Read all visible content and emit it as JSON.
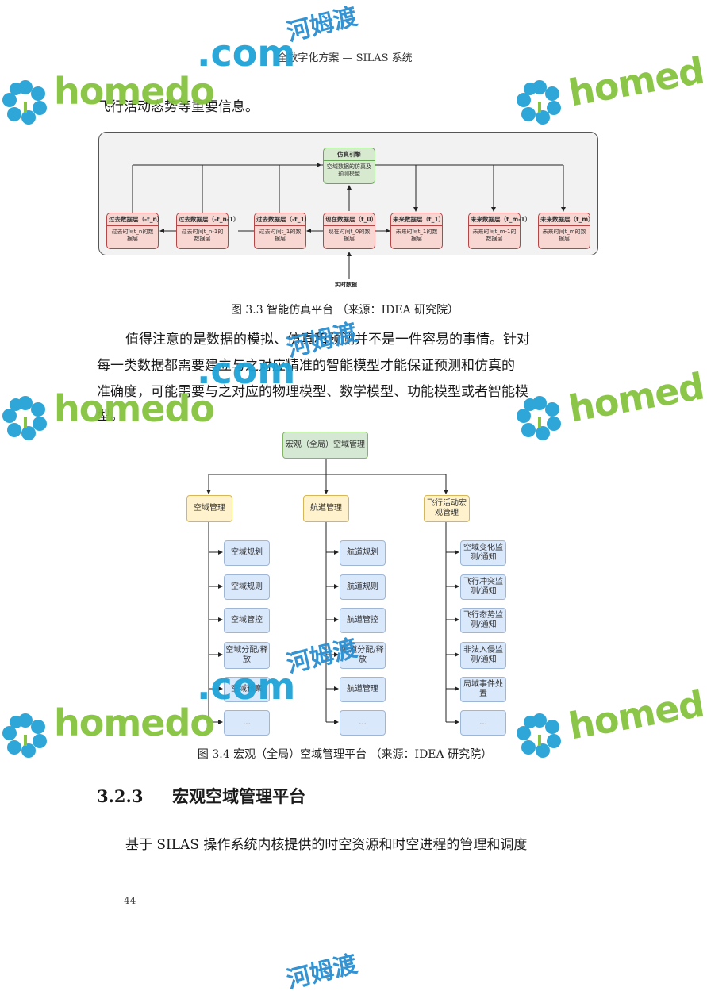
{
  "header": {
    "title": "全数字化方案 — SILAS 系统"
  },
  "intro_line": "飞行活动态势等重要信息。",
  "figure33": {
    "top_node": {
      "title": "仿真引擎",
      "body": "空域数据的仿真及预测模型"
    },
    "bottom_nodes": [
      {
        "title": "过去数据层（-t_n）",
        "body": "过去时间t_n的数据层"
      },
      {
        "title": "过去数据层（-t_n-1）",
        "body": "过去时间t_n-1的数据层"
      },
      {
        "title": "过去数据层（-t_1）",
        "body": "过去时间t_1的数据层"
      },
      {
        "title": "现在数据层（t_0）",
        "body": "现在时间t_0的数据层"
      },
      {
        "title": "未来数据层（t_1）",
        "body": "未来时间t_1的数据层"
      },
      {
        "title": "未来数据层（t_m-1）",
        "body": "未来时间t_m-1的数据层"
      },
      {
        "title": "未来数据层（t_m）",
        "body": "未来时间t_m的数据层"
      }
    ],
    "realtime_label": "实时数据",
    "caption": "图 3.3 智能仿真平台 （来源：IDEA 研究院）"
  },
  "paragraph1": [
    "值得注意的是数据的模拟、仿真和预测并不是一件容易的事情。针对",
    "每一类数据都需要建立与之对应精准的智能模型才能保证预测和仿真的",
    "准确度，可能需要与之对应的物理模型、数学模型、功能模型或者智能模",
    "型。"
  ],
  "figure34": {
    "root": "宏观（全局）空域管理",
    "columns": [
      {
        "label": "空域管理",
        "items": [
          "空域规划",
          "空域规则",
          "空域管控",
          "空域分配/释放",
          "空域预案",
          "..."
        ]
      },
      {
        "label": "航道管理",
        "items": [
          "航道规划",
          "航道规则",
          "航道管控",
          "航道分配/释放",
          "航道管理",
          "..."
        ]
      },
      {
        "label": "飞行活动宏观管理",
        "items": [
          "空域变化监测/通知",
          "飞行冲突监测/通知",
          "飞行态势监测/通知",
          "非法入侵监测/通知",
          "局域事件处置",
          "..."
        ]
      }
    ],
    "caption": "图 3.4 宏观（全局）空域管理平台 （来源：IDEA 研究院）"
  },
  "section": {
    "number": "3.2.3",
    "title": "宏观空域管理平台"
  },
  "paragraph2": "基于 SILAS 操作系统内核提供的时空资源和时空进程的管理和调度",
  "page_number": "44",
  "watermark": {
    "brand": "homedo",
    "dot_com": ".com",
    "chinese": "河姆渡",
    "brand_partial": "homed"
  },
  "colors": {
    "brand_green": "#86c440",
    "brand_blue": "#1ea3d8",
    "node_red": "#f8d7d3",
    "node_green": "#d7e9cf",
    "box_blue": "#dae8fc",
    "box_yellow": "#fff2cc"
  }
}
